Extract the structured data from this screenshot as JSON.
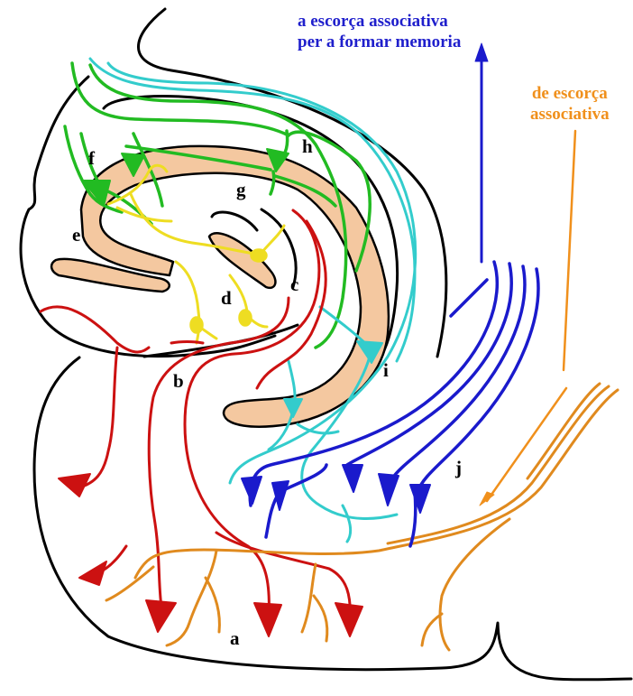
{
  "annotations": {
    "to_cortex": {
      "line1": "a escorça associativa",
      "line2": "per a formar memoria",
      "color": "#1f1fcc"
    },
    "from_cortex": {
      "line1": "de escorça",
      "line2": "associativa",
      "color": "#f0901c"
    }
  },
  "labels": {
    "a": "a",
    "b": "b",
    "c": "c",
    "d": "d",
    "e": "e",
    "f": "f",
    "g": "g",
    "h": "h",
    "i": "i",
    "j": "j"
  },
  "colors": {
    "outline": "#000000",
    "cell_layer": "#f4c8a0",
    "green": "#22bb22",
    "cyan": "#33cccc",
    "blue": "#1a1acc",
    "red": "#cc1111",
    "orange": "#e08a1e",
    "yellow": "#eedd22"
  }
}
